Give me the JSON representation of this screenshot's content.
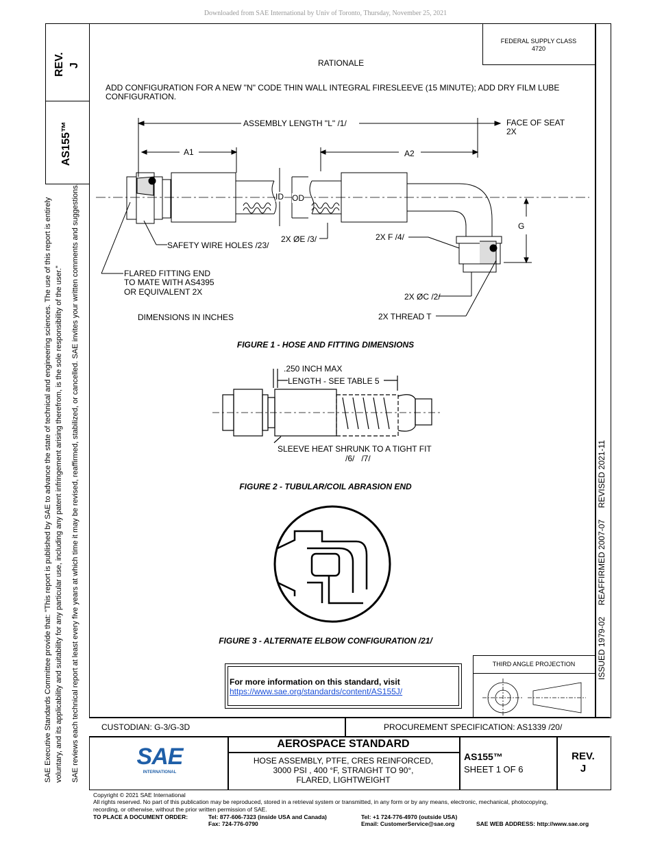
{
  "download_note": "Downloaded from SAE International by Univ of Toronto, Thursday, November 25, 2021",
  "side": {
    "rev_label": "REV.",
    "rev_value": "J",
    "doc_number": "AS155™",
    "disclaimer_1": "SAE Executive Standards Committee provide that: \"This report is published by SAE to advance the state of technical and engineering sciences. The use of this report is entirely",
    "disclaimer_2": "voluntary, and its applicability and suitability for any particular use, including any patent infringement arising therefrom, is the sole responsibility of the user.\"",
    "disclaimer_3": "SAE reviews each technical report at least every five years at which time it may be revised, reaffirmed, stabilized, or cancelled. SAE invites your written comments and suggestions.",
    "history": "ISSUED 1979-02     REAFFIRMED 2007-07     REVISED 2021-11"
  },
  "header": {
    "fsc_label": "FEDERAL SUPPLY CLASS",
    "fsc_value": "4720",
    "rationale_title": "RATIONALE",
    "rationale_text_1": "ADD CONFIGURATION FOR A NEW \"N\" CODE THIN WALL INTEGRAL FIRESLEEVE (15 MINUTE); ADD DRY FILM LUBE",
    "rationale_text_2": "CONFIGURATION."
  },
  "figure1": {
    "assembly_length": "ASSEMBLY  LENGTH  \"L\"  /1/",
    "face_of_seat_1": "FACE OF SEAT",
    "face_of_seat_2": "2X",
    "a1": "A1",
    "a2": "A2",
    "id": "ID",
    "od": "OD",
    "g": "G",
    "safety_wire": "SAFETY WIRE HOLES /23/",
    "e_dim": "2X ØE /3/",
    "f_dim": "2X F /4/",
    "flared_1": "FLARED FITTING END",
    "flared_2": "TO MATE WITH AS4395",
    "flared_3": "OR EQUIVALENT 2X",
    "c_dim": "2X ØC /2/",
    "units": "DIMENSIONS  IN  INCHES",
    "thread": "2X THREAD T",
    "caption": "FIGURE 1 - HOSE AND FITTING DIMENSIONS"
  },
  "figure2": {
    "max": ".250 INCH MAX",
    "length": "LENGTH - SEE TABLE 5",
    "sleeve": "SLEEVE HEAT SHRUNK TO A TIGHT FIT",
    "notes": "/6/   /7/",
    "caption": "FIGURE 2 - TUBULAR/COIL ABRASION END"
  },
  "figure3": {
    "caption": "FIGURE 3 - ALTERNATE ELBOW CONFIGURATION /21/"
  },
  "info_box": {
    "text": "For more information on this standard, visit",
    "url": "https://www.sae.org/standards/content/AS155J/"
  },
  "projection": {
    "label": "THIRD ANGLE PROJECTION"
  },
  "title_block": {
    "custodian": "CUSTODIAN: G-3/G-3D",
    "procurement": "PROCUREMENT SPECIFICATION: AS1339 /20/",
    "standard_type": "AEROSPACE STANDARD",
    "title_1": "HOSE ASSEMBLY, PTFE, CRES REINFORCED,",
    "title_2": "3000 PSI , 400 °F, STRAIGHT TO 90°,",
    "title_3": "FLARED, LIGHTWEIGHT",
    "doc_number": "AS155™",
    "sheet": "SHEET 1 OF 6",
    "rev_label": "REV.",
    "rev_value": "J",
    "logo_text": "SAE",
    "logo_sub": "INTERNATIONAL"
  },
  "footer": {
    "copyright": "Copyright © 2021 SAE International",
    "rights_1": "All rights reserved. No part of this publication may be reproduced, stored in a retrieval system or transmitted, in any form or by any means, electronic, mechanical, photocopying,",
    "rights_2": "recording, or otherwise, without the prior written permission of SAE.",
    "order_label": "TO PLACE A DOCUMENT ORDER:",
    "tel_usa": "Tel: 877-606-7323 (inside USA and Canada)",
    "fax": "Fax: 724-776-0790",
    "tel_out": "Tel: +1 724-776-4970 (outside USA)",
    "email": "Email: CustomerService@sae.org",
    "web": "SAE WEB ADDRESS: http://www.sae.org"
  },
  "colors": {
    "link": "#1a4fd8",
    "logo": "#1f5fa8"
  }
}
